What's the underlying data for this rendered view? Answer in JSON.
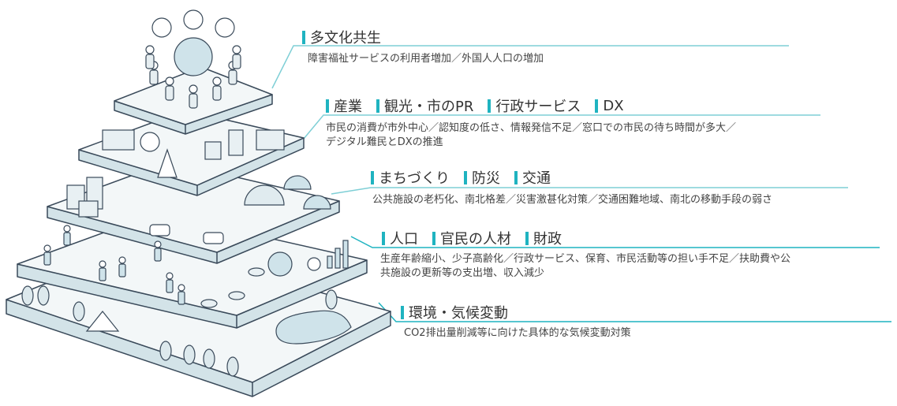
{
  "colors": {
    "accent": "#1fb3c0",
    "line": "#7fcfd6",
    "stroke": "#3a4a5a"
  },
  "tiers": [
    {
      "tags": [
        "多文化共生"
      ],
      "desc": [
        "障害福祉サービスの利用者増加／外国人人口の増加"
      ]
    },
    {
      "tags": [
        "産業",
        "観光・市のPR",
        "行政サービス",
        "DX"
      ],
      "desc": [
        "市民の消費が市外中心／認知度の低さ、情報発信不足／窓口での市民の待ち時間が多大／",
        "デジタル難民とDXの推進"
      ]
    },
    {
      "tags": [
        "まちづくり",
        "防災",
        "交通"
      ],
      "desc": [
        "公共施設の老朽化、南北格差／災害激甚化対策／交通困難地域、南北の移動手段の弱さ"
      ]
    },
    {
      "tags": [
        "人口",
        "官民の人材",
        "財政"
      ],
      "desc": [
        "生産年齢縮小、少子高齢化／行政サービス、保育、市民活動等の担い手不足／扶助費や公",
        "共施設の更新等の支出増、収入減少"
      ]
    },
    {
      "tags": [
        "環境・気候変動"
      ],
      "desc": [
        "CO2排出量削減等に向けた具体的な気候変動対策"
      ]
    }
  ]
}
